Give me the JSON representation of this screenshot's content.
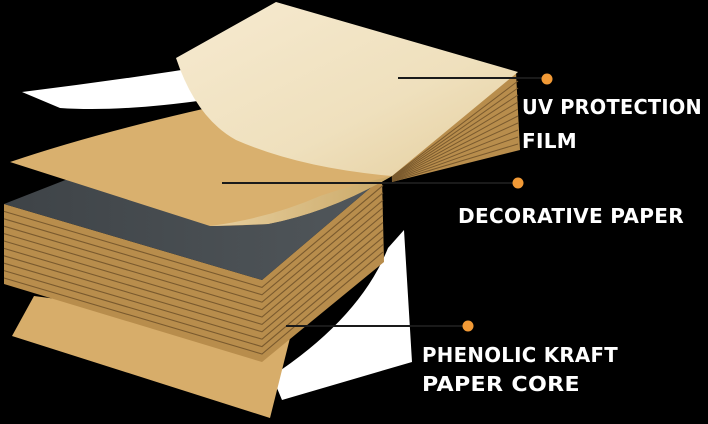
{
  "labels": {
    "uv_line1": "UV PROTECTION",
    "uv_line2": "FILM",
    "decorative": "DECORATIVE PAPER",
    "kraft_line1": "PHENOLIC KRAFT",
    "kraft_line2": "PAPER CORE"
  },
  "colors": {
    "background": "#000000",
    "uv_film": "#f2e6c9",
    "decorative_paper": "#d9b06e",
    "core_top": "#474c50",
    "kraft_layers": "#b88d4c",
    "layer_lines": "#7a5a2e",
    "backing_paper": "#ffffff",
    "marker": "#f29a36",
    "leader_line": "#1a1a1a"
  }
}
